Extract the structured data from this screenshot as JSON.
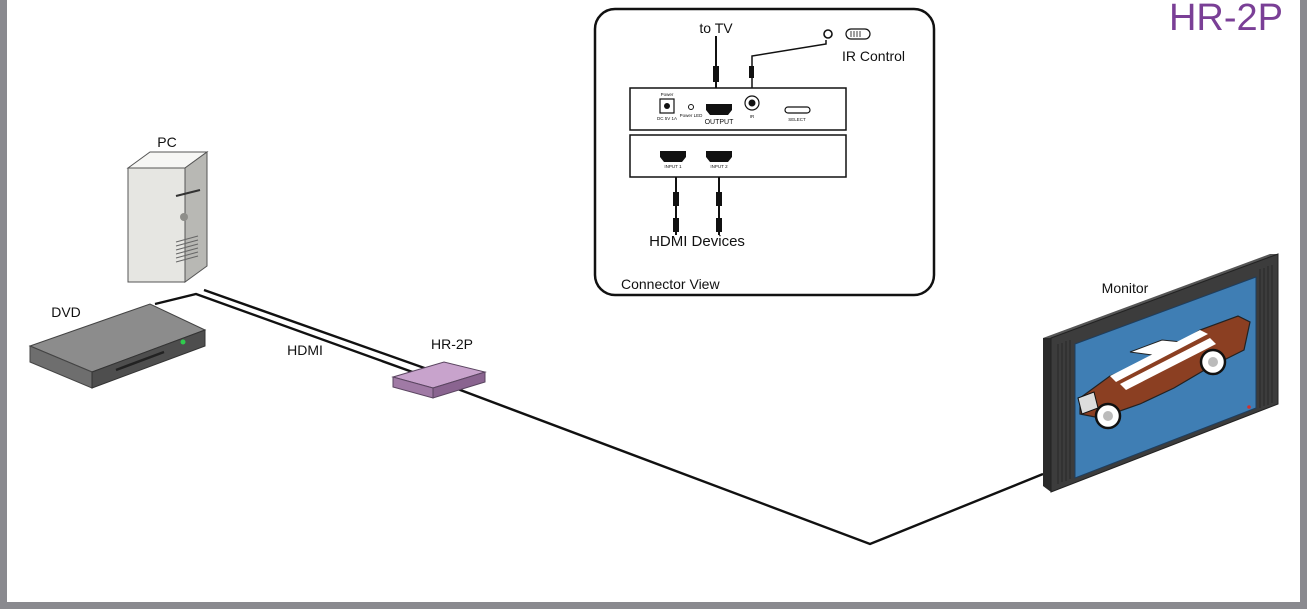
{
  "title": "HR-2P",
  "colors": {
    "brand": "#7a3f96",
    "frame": "#8a8a8f",
    "switch_body": "#c8a3cc",
    "screen": "#3f7eb4"
  },
  "devices": {
    "pc": "PC",
    "dvd": "DVD",
    "switch": "HR-2P",
    "monitor": "Monitor"
  },
  "cable_label": "HDMI",
  "connector_view": {
    "caption": "Connector View",
    "to_tv": "to TV",
    "ir_control": "IR Control",
    "hdmi_devices": "HDMI Devices",
    "ports": {
      "power": "Power",
      "power_spec": "DC 5V 1A",
      "power_led": "Power LED",
      "output": "OUTPUT",
      "ir": "IR",
      "select": "SELECT",
      "input1": "INPUT 1",
      "input2": "INPUT 2"
    }
  }
}
